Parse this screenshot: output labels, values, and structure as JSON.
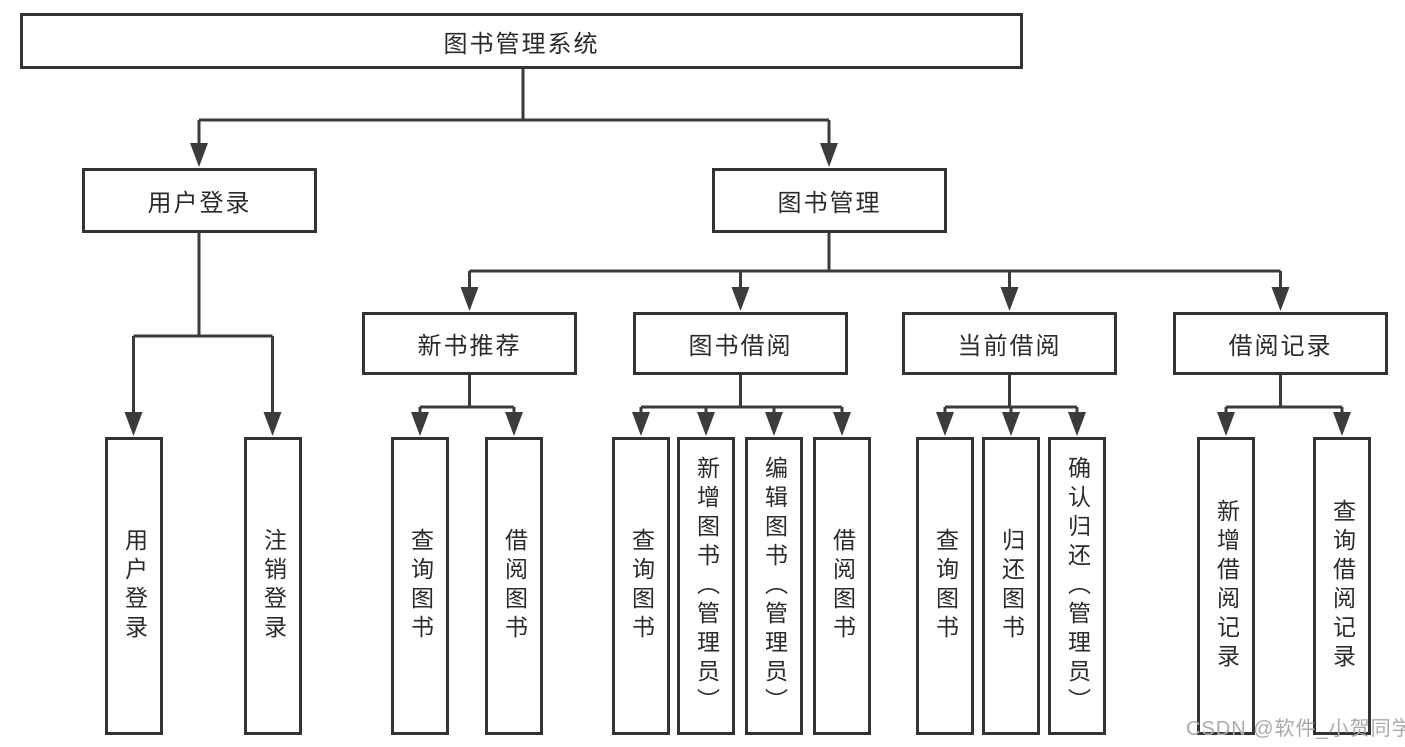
{
  "diagram": {
    "root": {
      "label": "图书管理系统"
    },
    "level2": [
      {
        "label": "用户登录"
      },
      {
        "label": "图书管理"
      }
    ],
    "level3": [
      {
        "label": "新书推荐",
        "parent": "图书管理"
      },
      {
        "label": "图书借阅",
        "parent": "图书管理"
      },
      {
        "label": "当前借阅",
        "parent": "图书管理"
      },
      {
        "label": "借阅记录",
        "parent": "图书管理"
      }
    ],
    "leaves": [
      {
        "label": "用户登录",
        "parent": "用户登录"
      },
      {
        "label": "注销登录",
        "parent": "用户登录"
      },
      {
        "label": "查询图书",
        "parent": "新书推荐"
      },
      {
        "label": "借阅图书",
        "parent": "新书推荐"
      },
      {
        "label": "查询图书",
        "parent": "图书借阅"
      },
      {
        "label": "新增图书（管理员）",
        "parent": "图书借阅"
      },
      {
        "label": "编辑图书（管理员）",
        "parent": "图书借阅"
      },
      {
        "label": "借阅图书",
        "parent": "图书借阅"
      },
      {
        "label": "查询图书",
        "parent": "当前借阅"
      },
      {
        "label": "归还图书",
        "parent": "当前借阅"
      },
      {
        "label": "确认归还（管理员）",
        "parent": "当前借阅"
      },
      {
        "label": "新增借阅记录",
        "parent": "借阅记录"
      },
      {
        "label": "查询借阅记录",
        "parent": "借阅记录"
      }
    ],
    "watermark": "CSDN @软件_小贺同学",
    "colors": {
      "line": "#3b3b3b",
      "border": "#333333",
      "text": "#2b2b2b",
      "watermark": "#ababab",
      "background": "#ffffff"
    }
  }
}
